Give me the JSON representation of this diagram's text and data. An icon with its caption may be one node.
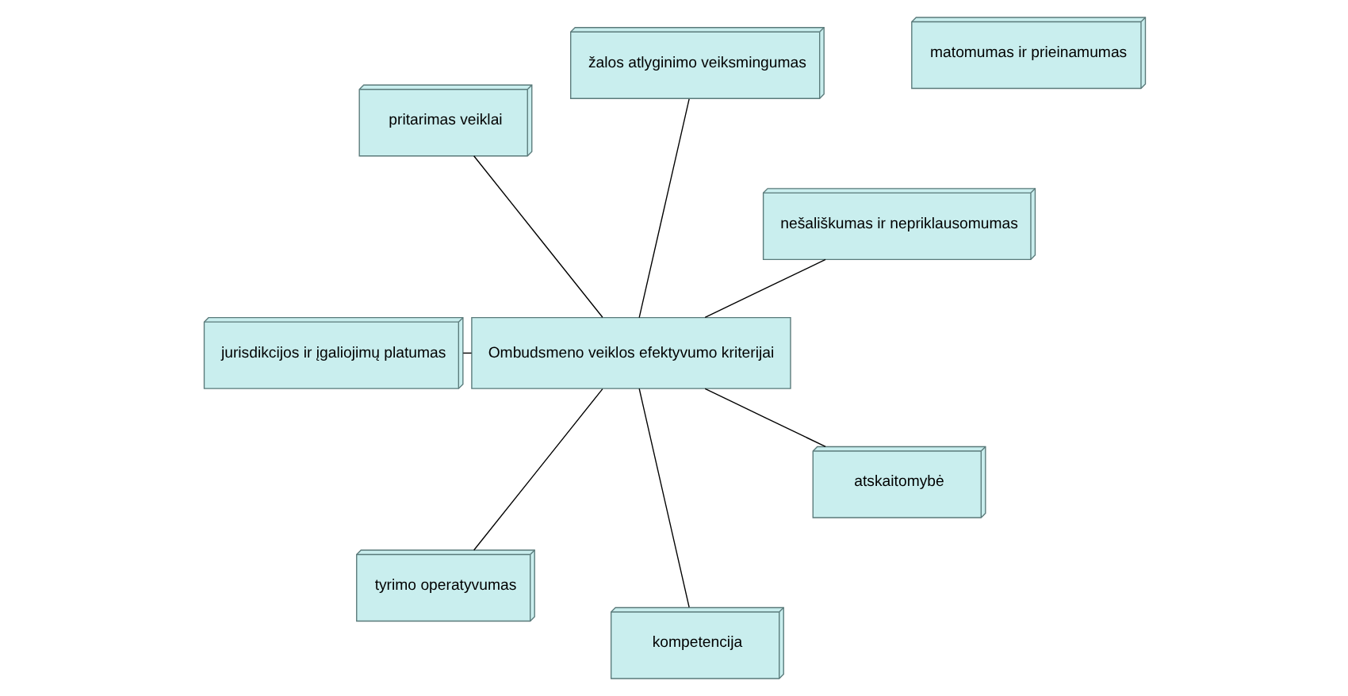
{
  "diagram": {
    "nodes": [
      {
        "text": [
          "nešališkumas ir nepriklausomumas"
        ]
      },
      {
        "text": [
          "žalos atlyginimo veiksmingumas"
        ]
      },
      {
        "text": [
          "matomumas ir prieinamumas"
        ]
      },
      {
        "text": [
          "Ombudsmeno veiklos efektyvumo kriterijai"
        ]
      },
      {
        "text": [
          "pritarimas veiklai"
        ]
      },
      {
        "text": [
          "jurisdikcijos ir įgaliojimų platumas"
        ]
      },
      {
        "text": [
          "tyrimo operatyvumas"
        ]
      },
      {
        "text": [
          "kompetencija"
        ]
      },
      {
        "text": [
          "atskaitomybė"
        ]
      }
    ],
    "edges": [
      {
        "from": 3,
        "to": 0,
        "arrow": "none"
      },
      {
        "from": 3,
        "to": 1,
        "arrow": "none"
      },
      {
        "from": 3,
        "to": 4,
        "arrow": "none"
      },
      {
        "from": 3,
        "to": 5,
        "arrow": "none"
      },
      {
        "from": 3,
        "to": 6,
        "arrow": "none"
      },
      {
        "from": 3,
        "to": 7,
        "arrow": "none"
      },
      {
        "from": 3,
        "to": 8,
        "arrow": "none"
      }
    ]
  }
}
